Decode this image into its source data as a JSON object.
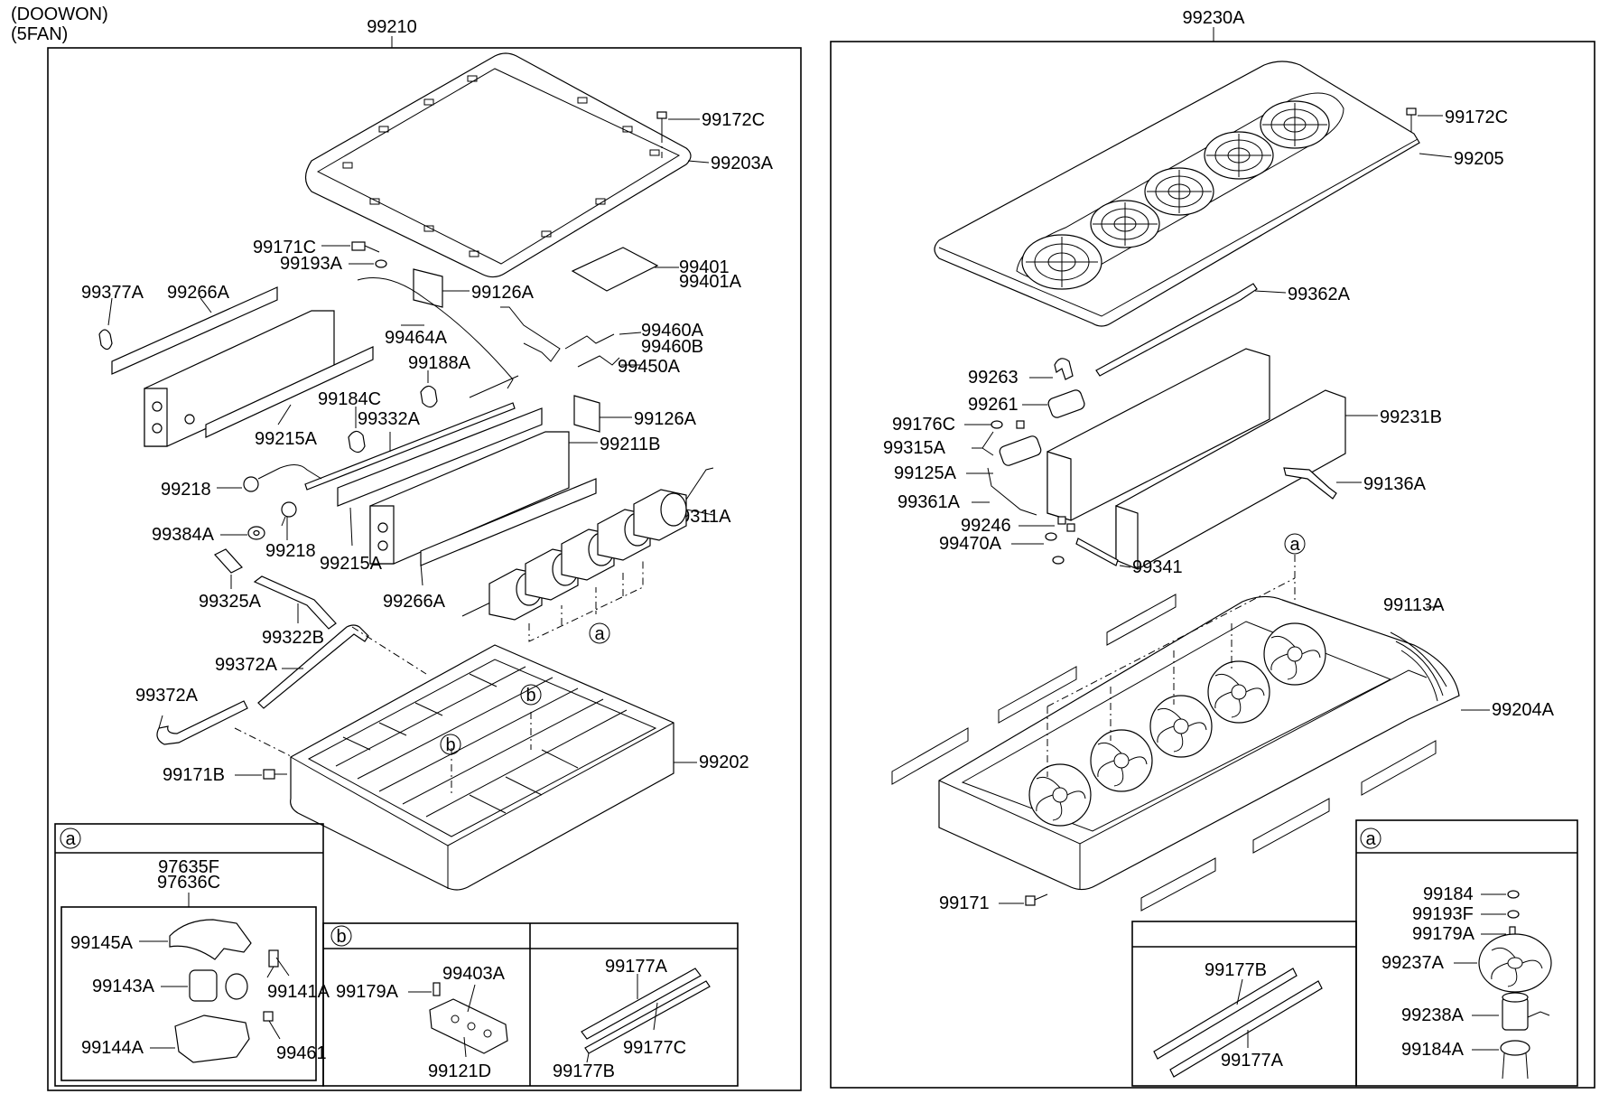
{
  "header": {
    "variant_line1": "(DOOWON)",
    "variant_line2": "(5FAN)"
  },
  "left_assembly": {
    "title": "99210",
    "labels": {
      "p99172C": "99172C",
      "p99203A": "99203A",
      "p99171C": "99171C",
      "p99193A": "99193A",
      "p99401": "99401",
      "p99401A": "99401A",
      "p99377A": "99377A",
      "p99266A_top": "99266A",
      "p99126A_top": "99126A",
      "p99464A": "99464A",
      "p99460A": "99460A",
      "p99460B": "99460B",
      "p99188A": "99188A",
      "p99450A": "99450A",
      "p99184C": "99184C",
      "p99332A": "99332A",
      "p99126A_mid": "99126A",
      "p99215A_top": "99215A",
      "p99211B": "99211B",
      "p99218_a": "99218",
      "p99311A": "99311A",
      "p99384A": "99384A",
      "p99218_b": "99218",
      "p99215A_mid": "99215A",
      "p99325A": "99325A",
      "p99266A_bot": "99266A",
      "p99322B": "99322B",
      "p99372A_a": "99372A",
      "p99372A_b": "99372A",
      "p99171B": "99171B",
      "p99202": "99202",
      "callout_a": "a",
      "callout_b1": "b",
      "callout_b2": "b"
    },
    "detail_a": {
      "tag": "a",
      "labels": {
        "p97635F": "97635F",
        "p97636C": "97636C",
        "p99145A": "99145A",
        "p99143A": "99143A",
        "p99141A": "99141A",
        "p99144A": "99144A",
        "p99461": "99461"
      }
    },
    "detail_b": {
      "tag": "b",
      "labels": {
        "p99179A": "99179A",
        "p99403A": "99403A",
        "p99121D": "99121D",
        "p99177A": "99177A",
        "p99177C": "99177C",
        "p99177B": "99177B"
      }
    }
  },
  "right_assembly": {
    "title": "99230A",
    "labels": {
      "p99172C": "99172C",
      "p99205": "99205",
      "p99362A": "99362A",
      "p99263": "99263",
      "p99261": "99261",
      "p99176C": "99176C",
      "p99315A": "99315A",
      "p99231B": "99231B",
      "p99125A": "99125A",
      "p99136A": "99136A",
      "p99361A": "99361A",
      "p99246": "99246",
      "p99470A": "99470A",
      "p99341": "99341",
      "callout_a": "a",
      "p99113A": "99113A",
      "p99204A": "99204A",
      "p99171": "99171"
    },
    "detail_strips": {
      "labels": {
        "p99177B": "99177B",
        "p99177A": "99177A"
      }
    },
    "detail_a": {
      "tag": "a",
      "labels": {
        "p99184": "99184",
        "p99193F": "99193F",
        "p99179A": "99179A",
        "p99237A": "99237A",
        "p99238A": "99238A",
        "p99184A": "99184A"
      }
    }
  }
}
